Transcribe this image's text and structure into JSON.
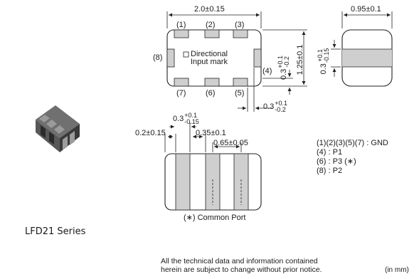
{
  "top_view": {
    "width_dim": "2.0±0.15",
    "height_dim": "1.25±0.1",
    "pad_dim_main": "0.3",
    "pad_dim_plus": "+0.1",
    "pad_dim_minus": "-0.2",
    "bottom_dim_main": "0.3",
    "bottom_dim_plus": "+0.1",
    "bottom_dim_minus": "-0.2",
    "pins": [
      "(1)",
      "(2)",
      "(3)",
      "(4)",
      "(5)",
      "(6)",
      "(7)",
      "(8)"
    ],
    "mark_line1": "Directional",
    "mark_line2": "Input mark"
  },
  "side_view": {
    "width_dim": "0.95±0.1",
    "height_main": "0.3",
    "height_plus": "+0.1",
    "height_minus": "-0.15"
  },
  "bottom_view": {
    "pad_width_main": "0.3",
    "pad_width_plus": "+0.1",
    "pad_width_minus": "-0.15",
    "left_margin_dim": "0.2±0.15",
    "gap_dim": "0.35±0.1",
    "pitch_dim": "0.65±0.05",
    "common_port_note": "(∗) Common Port"
  },
  "pin_legend": [
    "(1)(2)(3)(5)(7) : GND",
    "(4) : P1",
    "(6) : P3 (∗)",
    "(8) : P2"
  ],
  "series_name": "LFD21 Series",
  "disclaimer_line1": "All the technical data and information contained",
  "disclaimer_line2": "herein are subject to change without prior notice.",
  "unit_note": "(in mm)"
}
